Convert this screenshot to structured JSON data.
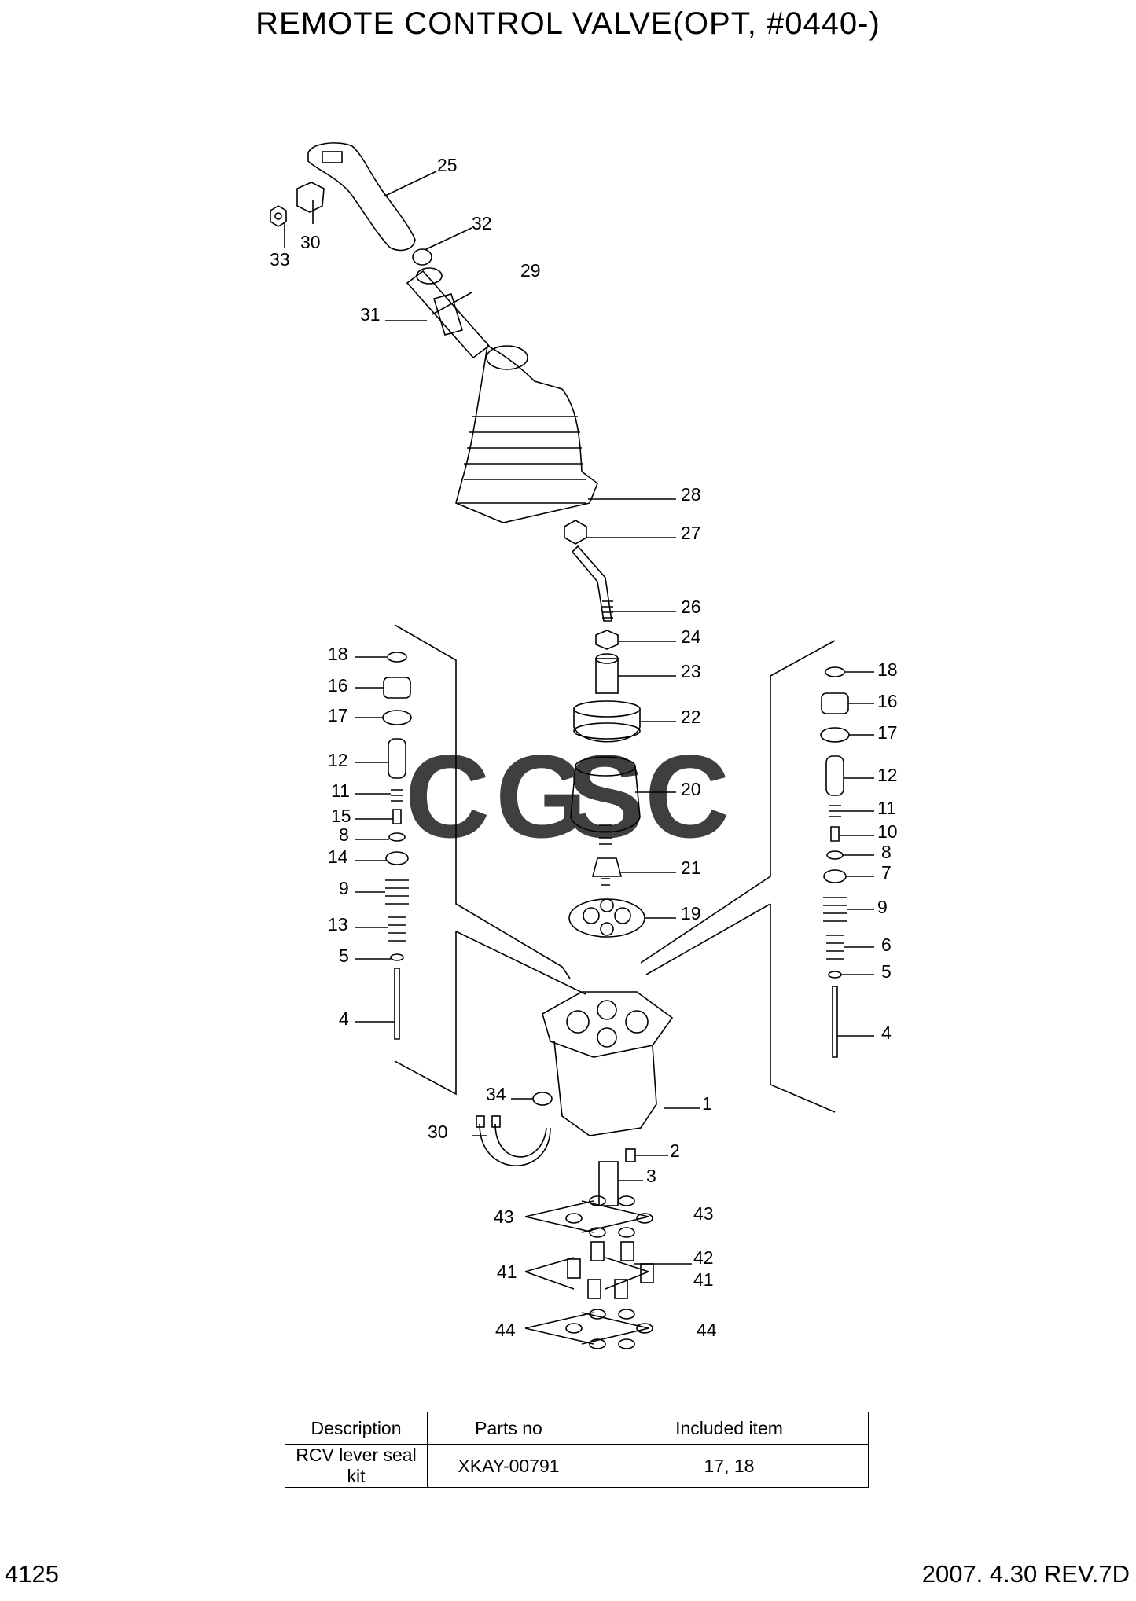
{
  "title": "REMOTE CONTROL VALVE(OPT, #0440-)",
  "watermark": {
    "letters": [
      "C",
      "G",
      "S",
      "C"
    ],
    "colors": [
      "#4f8ff7",
      "#f07c72",
      "#f8d44a",
      "#4fb88a"
    ]
  },
  "callouts": [
    "25",
    "32",
    "30",
    "33",
    "29",
    "31",
    "28",
    "27",
    "26",
    "24",
    "23",
    "22",
    "20",
    "21",
    "19",
    "1",
    "34",
    "30",
    "2",
    "3",
    "43",
    "43",
    "42",
    "41",
    "41",
    "44",
    "44",
    "18",
    "16",
    "17",
    "12",
    "11",
    "15",
    "8",
    "14",
    "9",
    "13",
    "5",
    "4",
    "18",
    "16",
    "17",
    "12",
    "11",
    "10",
    "8",
    "7",
    "9",
    "6",
    "5",
    "4"
  ],
  "table": {
    "headers": [
      "Description",
      "Parts no",
      "Included item"
    ],
    "rows": [
      [
        "RCV lever seal kit",
        "XKAY-00791",
        "17, 18"
      ]
    ]
  },
  "footer": {
    "page": "4125",
    "revision": "2007. 4.30  REV.7D"
  }
}
